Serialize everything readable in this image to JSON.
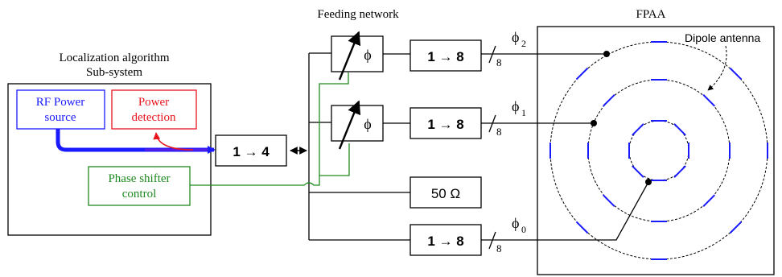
{
  "labels": {
    "feeding_network": "Feeding network",
    "fpaa": "FPAA",
    "dipole_antenna": "Dipole antenna",
    "localization_line1": "Localization algorithm",
    "localization_line2": "Sub-system",
    "rf_line1": "RF Power",
    "rf_line2": "source",
    "pd_line1": "Power",
    "pd_line2": "detection",
    "ps_line1": "Phase shifter",
    "ps_line2": "control",
    "splitter_1to4": "1 → 4",
    "splitter_1to8_top": "1 → 8",
    "splitter_1to8_mid": "1 → 8",
    "splitter_1to8_bot": "1 → 8",
    "load_50ohm": "50 Ω",
    "phi_top": "ϕ",
    "phi_mid": "ϕ",
    "phi2": "ϕ",
    "phi2_sub": "2",
    "phi1": "ϕ",
    "phi1_sub": "1",
    "phi0": "ϕ",
    "phi0_sub": "0",
    "bus_top": "8",
    "bus_mid": "8",
    "bus_bot": "8"
  },
  "colors": {
    "rf_blue": "#1a1aff",
    "detection_red": "#e8141e",
    "control_green": "#1f8a1f",
    "line_black": "#000000"
  }
}
